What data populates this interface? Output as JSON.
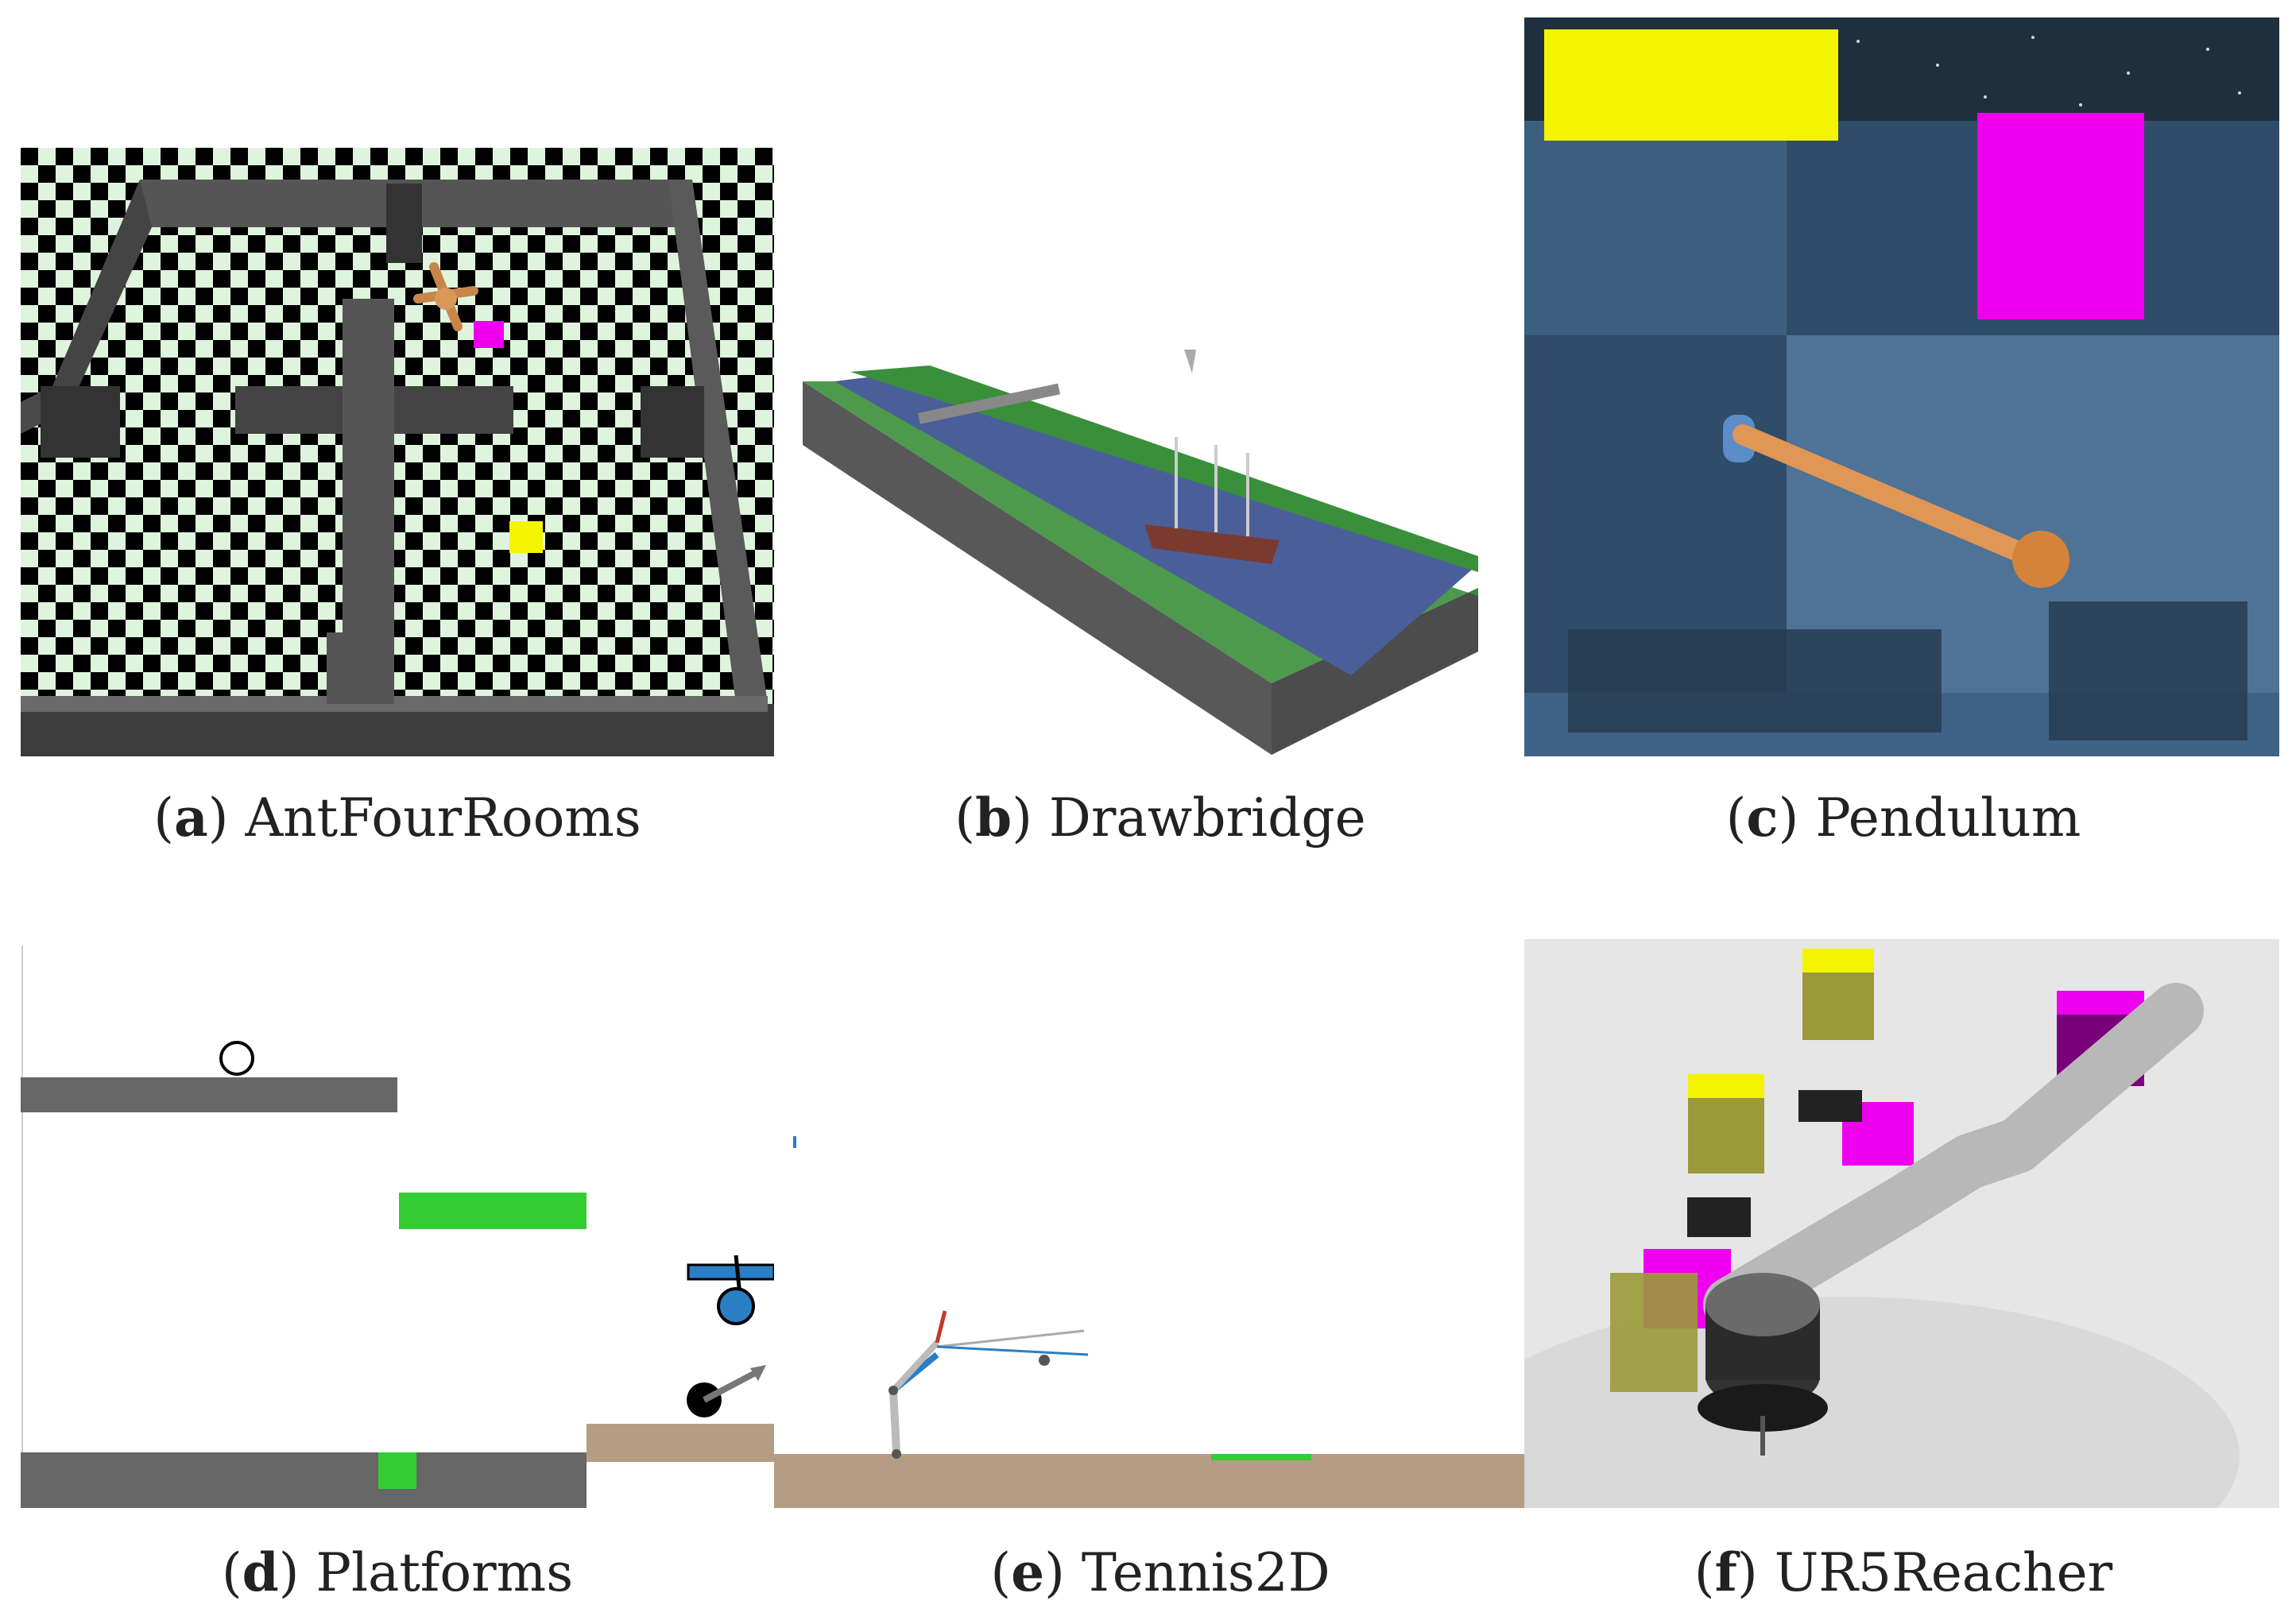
{
  "figure": {
    "panels": [
      {
        "letter": "a",
        "name": "AntFourRooms"
      },
      {
        "letter": "b",
        "name": "Drawbridge"
      },
      {
        "letter": "c",
        "name": "Pendulum"
      },
      {
        "letter": "d",
        "name": "Platforms"
      },
      {
        "letter": "e",
        "name": "Tennis2D"
      },
      {
        "letter": "f",
        "name": "UR5Reacher"
      }
    ]
  },
  "colors": {
    "goal_yellow": "#f4f400",
    "goal_magenta": "#ee00ee",
    "platform_gray": "#666666",
    "platform_green": "#33cc33",
    "ground_tan": "#b59d83",
    "agent_blue": "#2a7fc4",
    "river_blue": "#4a5f9a",
    "grass_green": "#3a8f3a"
  }
}
